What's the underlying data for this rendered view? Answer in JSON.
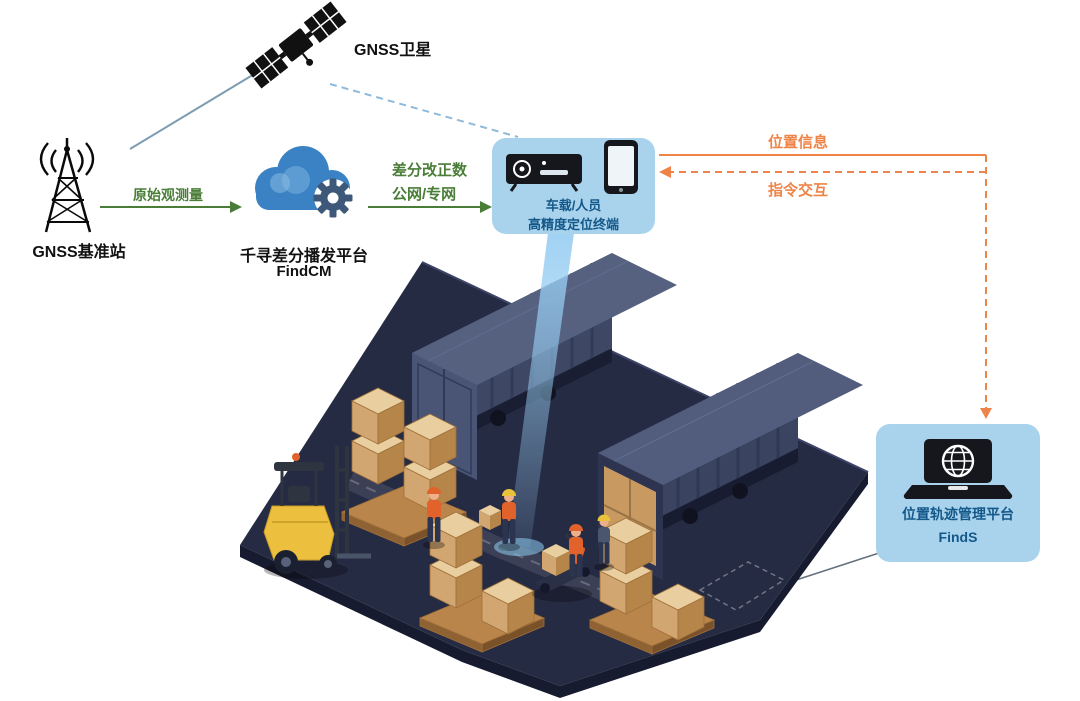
{
  "nodes": {
    "satellite": {
      "label": "GNSS卫星"
    },
    "base_station": {
      "label": "GNSS基准站"
    },
    "cloud": {
      "name": "千寻差分播发平台",
      "product": "FindCM"
    },
    "terminal": {
      "line1": "车载/人员",
      "line2": "高精度定位终端"
    },
    "platform": {
      "name": "位置轨迹管理平台",
      "product": "FindS"
    }
  },
  "links": {
    "raw_observation": "原始观测量",
    "correction_line1": "差分改正数",
    "correction_line2": "公网/专网",
    "position_info": "位置信息",
    "command_interaction": "指令交互"
  },
  "colors": {
    "green": "#4a7d38",
    "orange": "#ee8448",
    "panel-bg": "#a9d3ec",
    "panel-text": "#14588a",
    "link-blue": "#8fb9da",
    "sat-line": "#7d9cb0",
    "ink": "#111111"
  }
}
